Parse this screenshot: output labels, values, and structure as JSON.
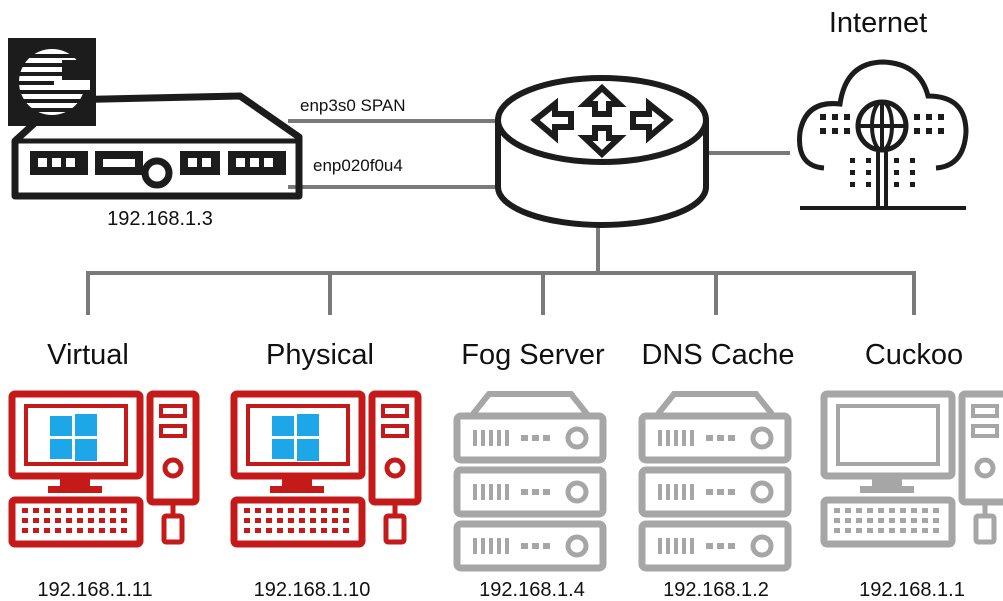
{
  "appliance": {
    "ip": "192.168.1.3",
    "iface_span": "enp3s0 SPAN",
    "iface_mgmt": "enp020f0u4",
    "logo_icon": "g-logo-icon"
  },
  "internet": {
    "label": "Internet",
    "icon": "cloud-globe-icon"
  },
  "router": {
    "icon": "router-icon"
  },
  "nodes": [
    {
      "label": "Virtual",
      "ip": "192.168.1.11",
      "type": "workstation",
      "os_icon": "windows-logo-icon"
    },
    {
      "label": "Physical",
      "ip": "192.168.1.10",
      "type": "workstation",
      "os_icon": "windows-logo-icon"
    },
    {
      "label": "Fog Server",
      "ip": "192.168.1.4",
      "type": "server"
    },
    {
      "label": "DNS Cache",
      "ip": "192.168.1.2",
      "type": "server"
    },
    {
      "label": "Cuckoo",
      "ip": "192.168.1.1",
      "type": "workstation"
    }
  ],
  "colors": {
    "active": "#c41a1a",
    "inactive": "#a6a6a6",
    "dark": "#1c1c1c",
    "line": "#7a7a7a",
    "windows": "#1ea7e8"
  }
}
